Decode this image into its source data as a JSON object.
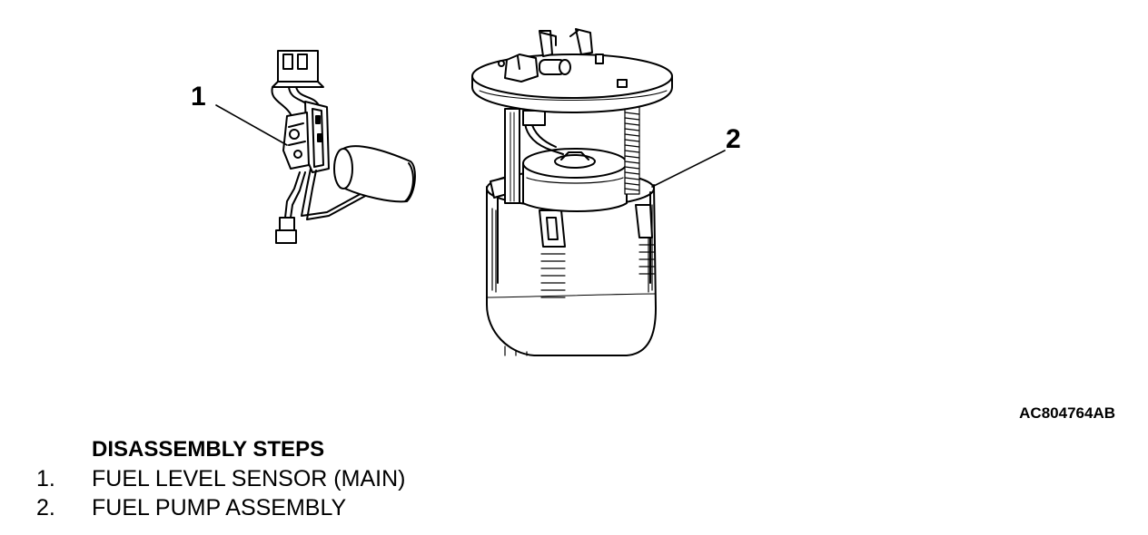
{
  "callouts": [
    {
      "id": "1",
      "label": "1"
    },
    {
      "id": "2",
      "label": "2"
    }
  ],
  "figure_id": "AC804764AB",
  "steps": {
    "title": "DISASSEMBLY STEPS",
    "items": [
      {
        "num": "1.",
        "label": "FUEL LEVEL SENSOR (MAIN)"
      },
      {
        "num": "2.",
        "label": "FUEL PUMP ASSEMBLY"
      }
    ]
  }
}
